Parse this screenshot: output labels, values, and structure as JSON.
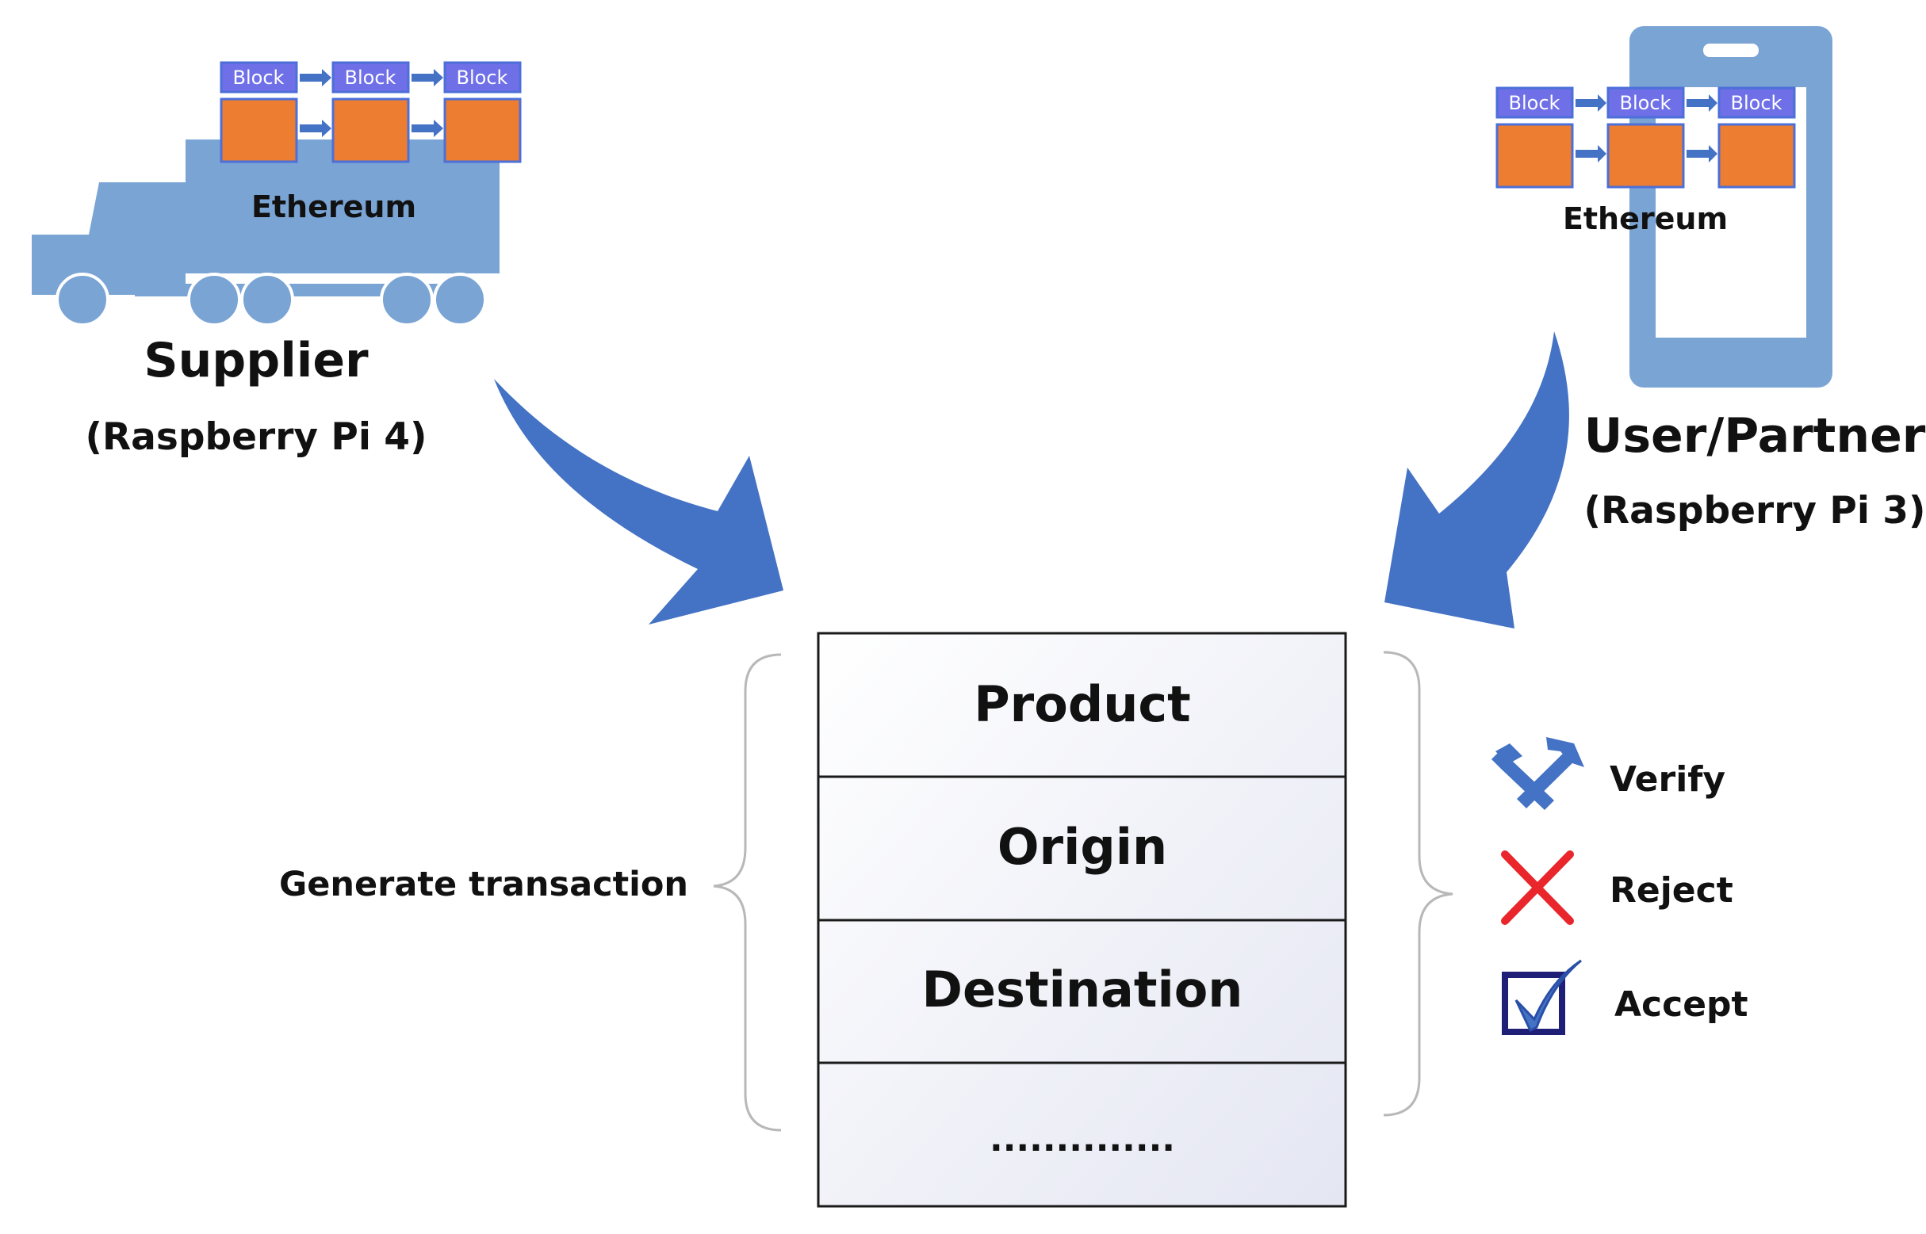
{
  "supplier": {
    "title": "Supplier",
    "subtitle": "(Raspberry Pi 4)",
    "chain_label": "Ethereum",
    "block_label": "Block"
  },
  "user": {
    "title": "User/Partner",
    "subtitle": "(Raspberry Pi 3)",
    "chain_label": "Ethereum",
    "block_label": "Block"
  },
  "transaction": {
    "label": "Generate transaction",
    "fields": [
      "Product",
      "Origin",
      "Destination",
      ".............."
    ]
  },
  "actions": [
    {
      "icon": "hammer-pick-icon",
      "label": "Verify"
    },
    {
      "icon": "cross-icon",
      "label": "Reject"
    },
    {
      "icon": "checkbox-check-icon",
      "label": "Accept"
    }
  ],
  "colors": {
    "vehicle": "#7aa4d4",
    "phone": "#7aa4d4",
    "arrow": "#4472c4",
    "block_header": "#6f6fe8",
    "block_body": "#ed7d31",
    "block_border": "#4c6fd8",
    "reject": "#e8262b",
    "accept": "#1f1f78"
  }
}
